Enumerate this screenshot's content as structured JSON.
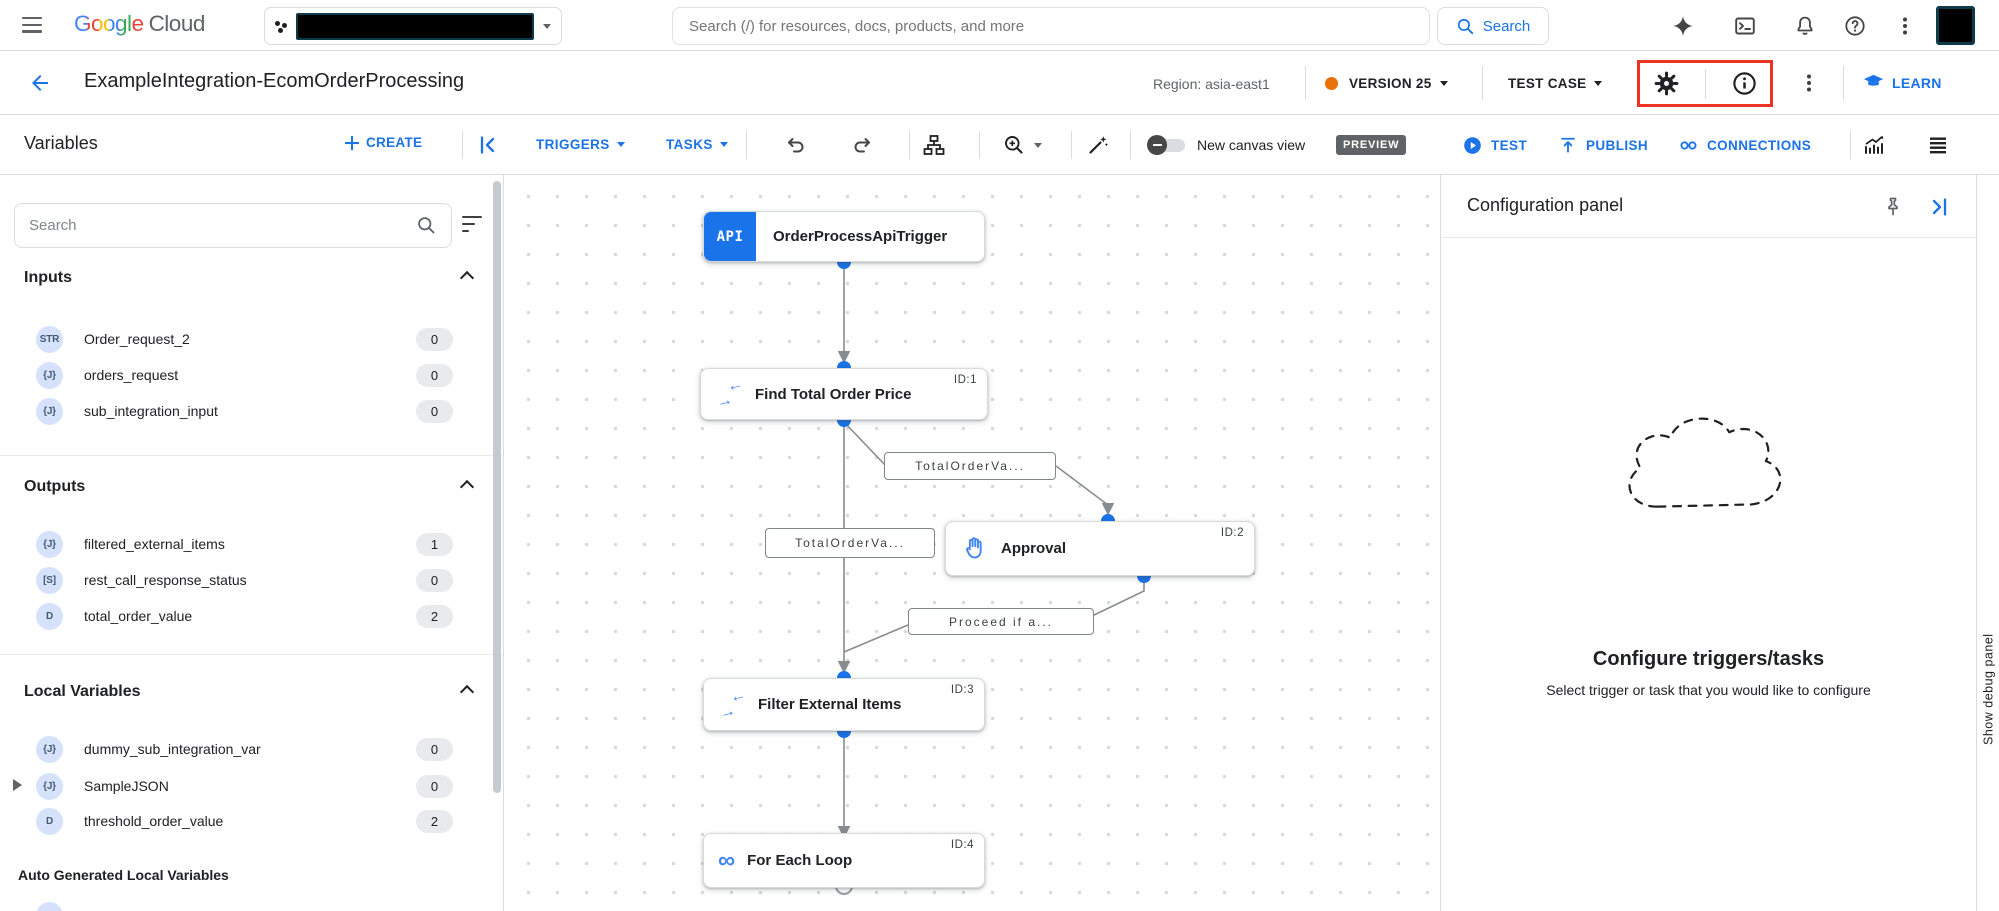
{
  "topbar": {
    "logo_google": "Google",
    "logo_cloud": "Cloud",
    "search_placeholder": "Search (/) for resources, docs, products, and more",
    "search_button_label": "Search"
  },
  "header": {
    "title": "ExampleIntegration-EcomOrderProcessing",
    "region_label": "Region: asia-east1",
    "version_label": "VERSION 25",
    "test_case_label": "TEST CASE",
    "learn_label": "LEARN"
  },
  "toolbar": {
    "variables_title": "Variables",
    "create_label": "CREATE",
    "triggers_label": "TRIGGERS",
    "tasks_label": "TASKS",
    "canvas_toggle_label": "New canvas view",
    "preview_badge": "PREVIEW",
    "test_label": "TEST",
    "publish_label": "PUBLISH",
    "connections_label": "CONNECTIONS"
  },
  "sidebar": {
    "search_placeholder": "Search",
    "inputs": {
      "title": "Inputs",
      "items": [
        {
          "badge": "STR",
          "name": "Order_request_2",
          "count": "0"
        },
        {
          "badge": "{J}",
          "name": "orders_request",
          "count": "0"
        },
        {
          "badge": "{J}",
          "name": "sub_integration_input",
          "count": "0"
        }
      ]
    },
    "outputs": {
      "title": "Outputs",
      "items": [
        {
          "badge": "{J}",
          "name": "filtered_external_items",
          "count": "1"
        },
        {
          "badge": "[S]",
          "name": "rest_call_response_status",
          "count": "0"
        },
        {
          "badge": "D",
          "name": "total_order_value",
          "count": "2"
        }
      ]
    },
    "locals": {
      "title": "Local Variables",
      "items": [
        {
          "badge": "{J}",
          "name": "dummy_sub_integration_var",
          "count": "0"
        },
        {
          "badge": "{J}",
          "name": "SampleJSON",
          "count": "0"
        },
        {
          "badge": "D",
          "name": "threshold_order_value",
          "count": "2"
        }
      ]
    },
    "auto_generated_title": "Auto Generated Local Variables"
  },
  "canvas": {
    "trigger": {
      "badge": "API",
      "label": "OrderProcessApiTrigger"
    },
    "tasks": [
      {
        "id": "ID:1",
        "label": "Find Total Order Price"
      },
      {
        "id": "ID:2",
        "label": "Approval"
      },
      {
        "id": "ID:3",
        "label": "Filter External Items"
      },
      {
        "id": "ID:4",
        "label": "For Each Loop"
      }
    ],
    "edge_labels": [
      "TotalOrderVa...",
      "TotalOrderVa...",
      "Proceed if a..."
    ]
  },
  "config_panel": {
    "title": "Configuration panel",
    "heading": "Configure triggers/tasks",
    "subtext": "Select trigger or task that you would like to configure"
  },
  "debug_panel": {
    "label": "Show debug panel"
  },
  "colors": {
    "accent_blue": "#1a73e8",
    "version_dot_orange": "#e8710a",
    "highlight_box_red": "#ea3323",
    "preview_badge_bg": "#5f6368",
    "type_badge_bg": "#d6e2fb",
    "count_pill_bg": "#e9eaed"
  },
  "icons": {
    "hamburger-menu-icon": "css-three-bars",
    "project-grid-icon": "css-dot-cluster",
    "search-icon": "svg-magnifier",
    "gemini-sparkle-icon": "svg-4point-star",
    "cloud-shell-icon": "svg-terminal",
    "notifications-icon": "svg-bell",
    "help-icon": "svg-question-circle",
    "more-options-icon": "css-kebab-dots",
    "settings-gear-icon": "svg-gear",
    "info-icon": "svg-info-circle",
    "learn-cap-icon": "svg-graduation-cap",
    "undo-icon": "svg-arrow-curve-left",
    "redo-icon": "svg-arrow-curve-right",
    "layout-sitemap-icon": "svg-boxes-tree",
    "zoom-icon": "svg-magnifier-plus",
    "magic-wand-icon": "svg-wand-sparkle",
    "play-icon": "svg-play-circle",
    "publish-upload-icon": "svg-arrow-up-bar",
    "connections-icon": "svg-chain-links",
    "metrics-icon": "svg-trend-bars",
    "logs-icon": "css-stacked-bars",
    "pin-icon": "svg-pushpin",
    "collapse-left-icon": "svg-bar-chevron-left",
    "collapse-right-icon": "svg-bar-chevron-right",
    "merge-arrows-icon": "unicode-arrows",
    "hand-approval-icon": "svg-hand",
    "loop-icon": "unicode-infinity",
    "cloud-outline-illustration": "svg-dashed-cloud"
  }
}
